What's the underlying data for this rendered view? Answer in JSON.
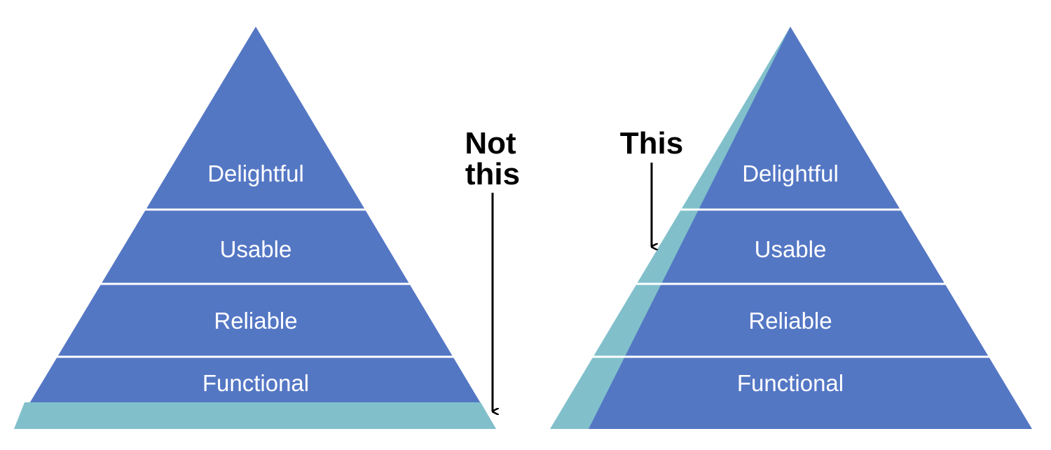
{
  "colors": {
    "layer_fill": "#5477c4",
    "overflow_fill": "#81c0cb",
    "divider": "#ffffff",
    "caption": "#000000",
    "background": "#ffffff"
  },
  "left_pyramid": {
    "levels": [
      "Delightful",
      "Usable",
      "Reliable",
      "Functional"
    ],
    "caption_line1": "Not",
    "caption_line2": "this"
  },
  "right_pyramid": {
    "levels": [
      "Delightful",
      "Usable",
      "Reliable",
      "Functional"
    ],
    "caption": "This"
  }
}
